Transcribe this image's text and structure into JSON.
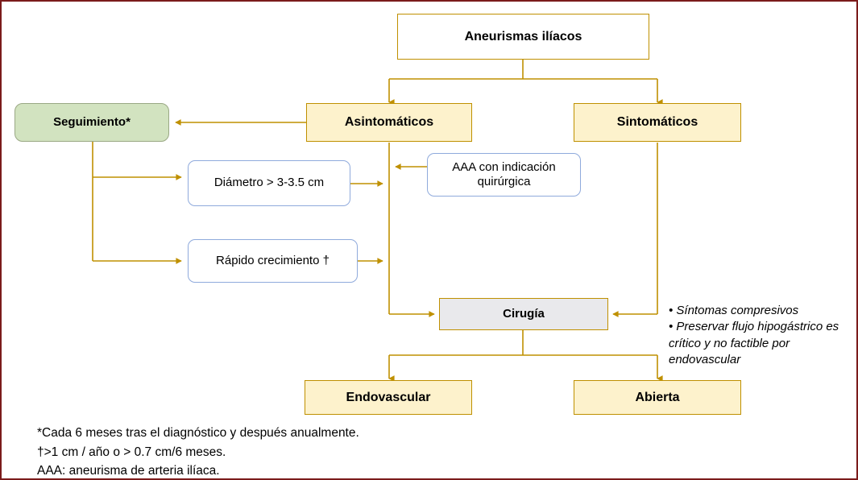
{
  "page": {
    "border_color": "#7b1b1b",
    "background": "#ffffff"
  },
  "palette": {
    "gold_line": "#bf9000",
    "yellow_fill": "#fdf2cc",
    "green_fill": "#d2e3c0",
    "gray_fill": "#e9e9ec",
    "blue_border": "#8faadc",
    "white_fill": "#ffffff"
  },
  "nodes": {
    "root": {
      "label": "Aneurismas ilíacos"
    },
    "asintomaticos": {
      "label": "Asintomáticos"
    },
    "sintomaticos": {
      "label": "Sintomáticos"
    },
    "seguimiento": {
      "label": "Seguimiento*"
    },
    "diametro": {
      "label": "Diámetro > 3-3.5 cm"
    },
    "rapido": {
      "label": "Rápido crecimiento †"
    },
    "aaa_indicacion": {
      "label": "AAA con indicación quirúrgica"
    },
    "cirugia": {
      "label": "Cirugía"
    },
    "endovascular": {
      "label": "Endovascular"
    },
    "abierta": {
      "label": "Abierta"
    }
  },
  "side_note": {
    "text": "• Síntomas compresivos\n• Preservar flujo hipogástrico es crítico y no factible por endovascular"
  },
  "footnotes": {
    "lines": [
      "*Cada 6 meses tras el diagnóstico y después anualmente.",
      "†>1 cm / año o > 0.7 cm/6 meses.",
      "AAA: aneurisma de arteria ilíaca."
    ],
    "line1": "*Cada 6 meses tras el diagnóstico y después anualmente.",
    "line2": "†>1 cm / año o > 0.7 cm/6 meses.",
    "line3": "AAA: aneurisma de arteria ilíaca."
  }
}
